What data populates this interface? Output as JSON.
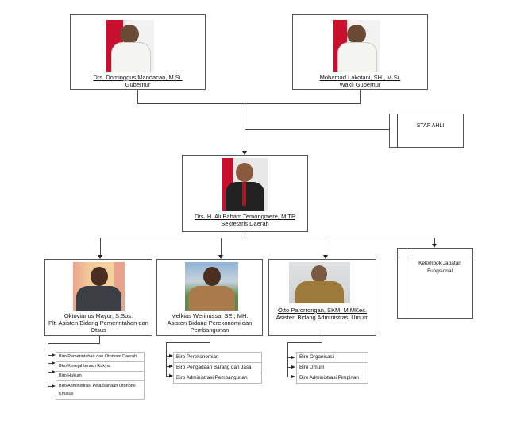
{
  "governor": {
    "name": "Drs. Dominggus Mandacan, M.Si.",
    "title": "Gubernur"
  },
  "vice_governor": {
    "name": "Mohamad Lakotani, SH., M.Si.",
    "title": "Wakil Gubernur"
  },
  "staff": {
    "label": "STAF AHLI"
  },
  "secretary": {
    "name": "Drs. H. Ali Baham Temongmere, M.TP",
    "title": "Sekretaris Daerah"
  },
  "assistants": [
    {
      "name": "Oktovianus Mayor, S.Sos.",
      "title": "Plt. Asisten Bidang Pemerintahan dan Otsus",
      "bureaus": [
        "Biro Pemerintahan dan Otonomi Daerah",
        "Biro Kesejahteraan Rakyat",
        "Biro Hukum",
        "Biro Administrasi Pelaksanaan Otonomi Khusus"
      ]
    },
    {
      "name": "Melkias Werinussa, SE., MH.",
      "title": "Asisten Bidang Perekonomi dan Pembangunan",
      "bureaus": [
        "Biro Perekonomian",
        "Biro Pengadaan Barang dan Jasa",
        "Biro Administrasi Pembangunan"
      ]
    },
    {
      "name": "Otto Parorrongan, SKM, M.MKes.",
      "title": "Asisten Bidang Administrasi Umum",
      "bureaus": [
        "Biro Organisasi",
        "Biro Umum",
        "Biro Administrasi Pimpinan"
      ]
    }
  ],
  "functional": {
    "label": "Kelompok Jabatan Fungsional"
  }
}
